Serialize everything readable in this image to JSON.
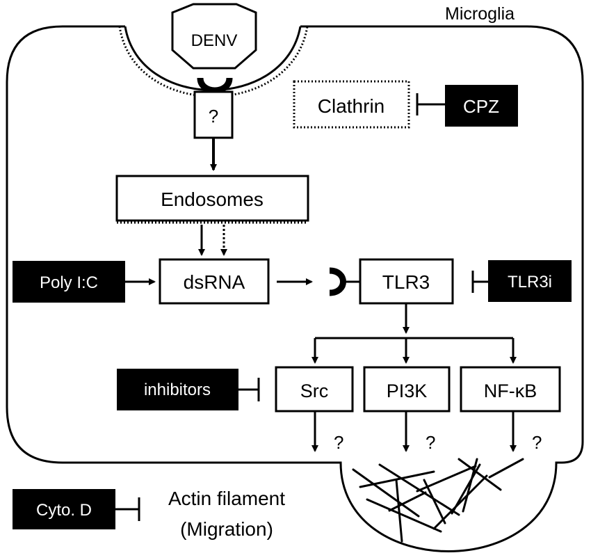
{
  "cell_label": "Microglia",
  "virus": "DENV",
  "receptor_unknown": "?",
  "clathrin": "Clathrin",
  "endosomes": "Endosomes",
  "dsrna": "dsRNA",
  "tlr3": "TLR3",
  "inhibitors": {
    "cpz": "CPZ",
    "poly_ic": "Poly I:C",
    "tlr3i": "TLR3i",
    "kinase_inhibitors": "inhibitors",
    "cyto_d": "Cyto. D"
  },
  "downstream": {
    "src": "Src",
    "pi3k": "PI3K",
    "nfkb": "NF-κB"
  },
  "unknown_link": "?",
  "actin_line1": "Actin filament",
  "actin_line2": "(Migration)",
  "colors": {
    "stroke": "#000000",
    "inhibitor_fill": "#000000",
    "inhibitor_text": "#ffffff"
  }
}
